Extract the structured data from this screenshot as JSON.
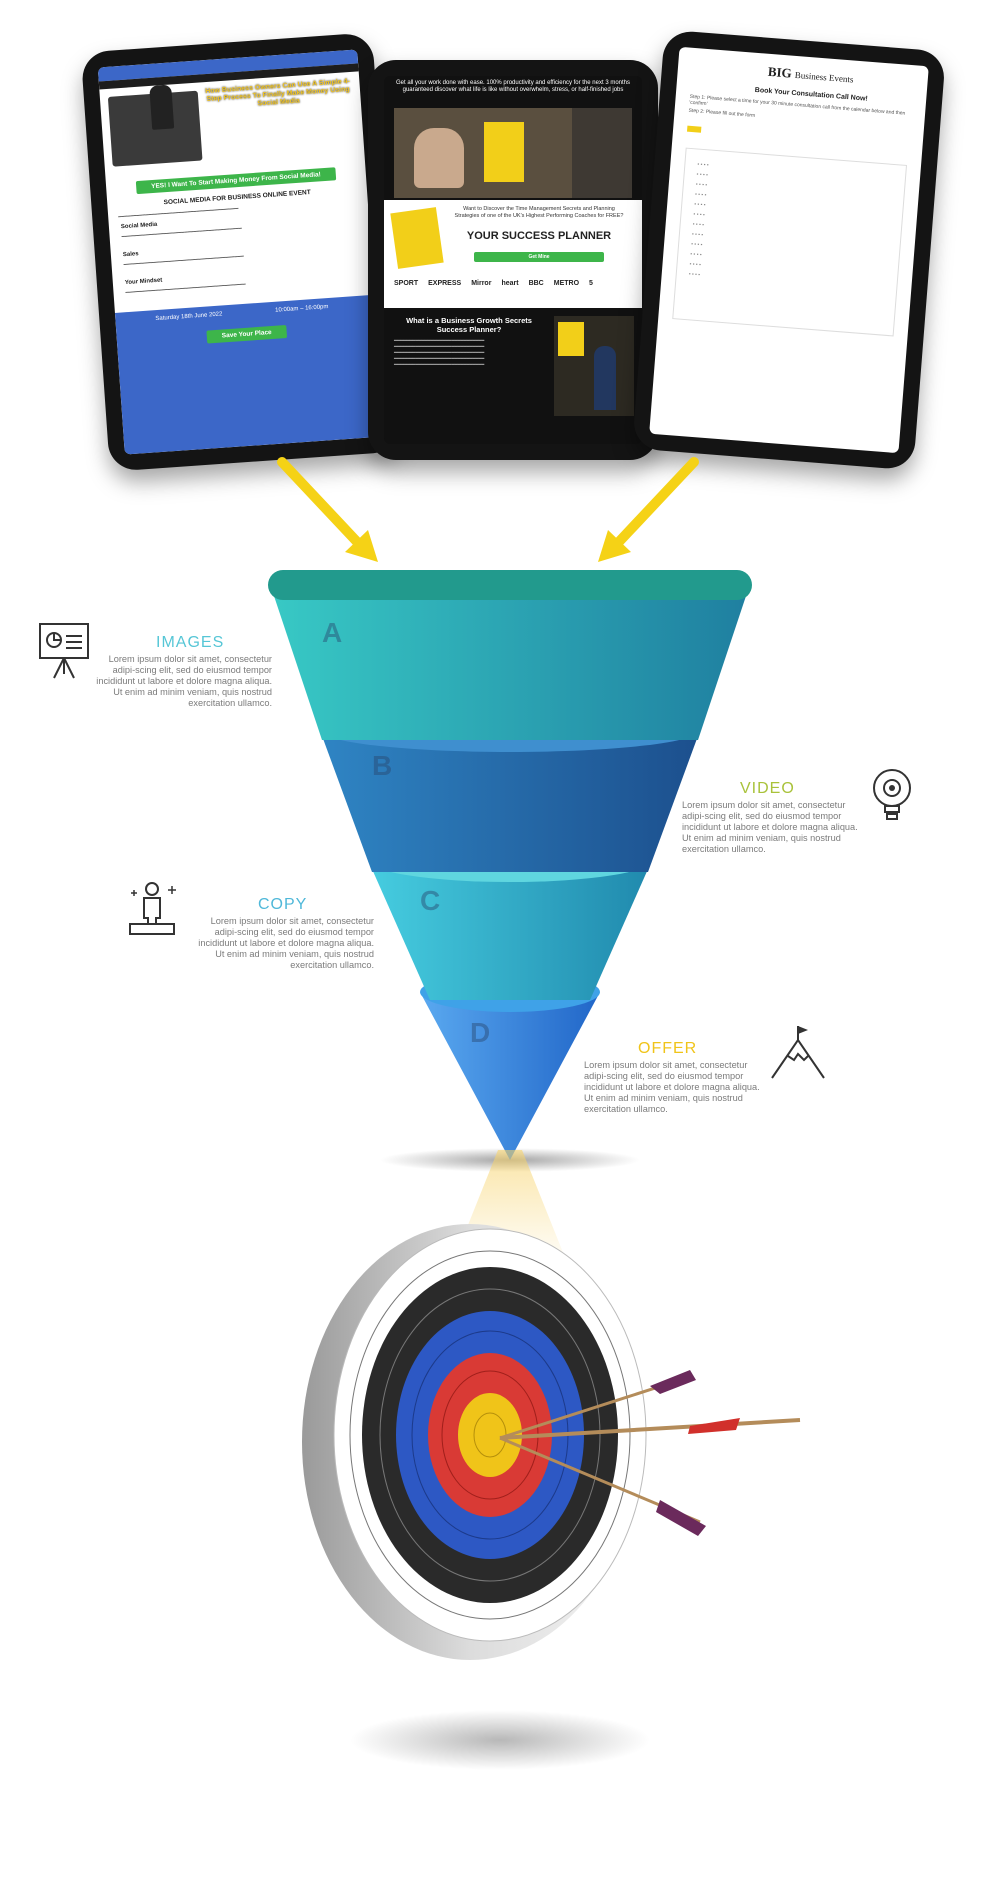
{
  "colors": {
    "arrow": "#f5d216",
    "layer_a": "#2bb5b8",
    "layer_b": "#2c6fb0",
    "layer_c": "#35b8c9",
    "layer_d": "#3a8fe0",
    "images_title": "#56c6d6",
    "video_title": "#a9c23a",
    "copy_title": "#4fb8d9",
    "offer_title": "#f0c419"
  },
  "tablets": {
    "left": {
      "headline": "How Business Owners Can Use A Simple 4-Step Process To Finally Make Money Using Social Media",
      "cta": "YES! I Want To Start Making Money From Social Media!",
      "event_title": "SOCIAL MEDIA FOR BUSINESS ONLINE EVENT",
      "items": [
        "Social Media",
        "Sales",
        "Your Mindset"
      ],
      "date": "Saturday 18th June 2022",
      "time": "10:00am – 16:00pm",
      "save_label": "Save Your Place"
    },
    "middle": {
      "intro": "Get all your work done with ease. 100% productivity and efficiency for the next 3 months guaranteed discover what life is like without overwhelm, stress, or half-finished jobs",
      "book_title": "YOUR SUCCESS PLANNER",
      "book_sub": "Want to Discover the Time Management Secrets and Planning Strategies of one of the UK's Highest Performing Coaches for FREE?",
      "cta": "Get Mine",
      "logos": [
        "SPORT",
        "EXPRESS",
        "Mirror",
        "heart",
        "BBC",
        "METRO",
        "5"
      ],
      "bottom_title": "What is a Business Growth Secrets Success Planner?"
    },
    "right": {
      "brand": "Business Events",
      "brand_mark": "BIG",
      "heading": "Book Your Consultation Call Now!",
      "step1": "Step 1: Please select a time for your 30 minute consultation call from the calendar below and then 'confirm'",
      "step2": "Step 2: Please fill out the form"
    }
  },
  "funnel": {
    "letters": [
      "A",
      "B",
      "C",
      "D"
    ]
  },
  "stages": [
    {
      "id": "images",
      "title": "IMAGES",
      "icon": "presentation-board-icon",
      "desc": "Lorem ipsum dolor sit amet, consectetur adipi-scing elit, sed do eiusmod tempor incididunt ut labore et dolore magna aliqua. Ut enim ad minim veniam, quis nostrud exercitation ullamco."
    },
    {
      "id": "video",
      "title": "VIDEO",
      "icon": "lightbulb-gear-icon",
      "desc": "Lorem ipsum dolor sit amet, consectetur adipi-scing elit, sed do eiusmod tempor incididunt ut labore et dolore magna aliqua. Ut enim ad minim veniam, quis nostrud exercitation ullamco."
    },
    {
      "id": "copy",
      "title": "COPY",
      "icon": "podium-person-icon",
      "desc": "Lorem ipsum dolor sit amet, consectetur adipi-scing elit, sed do eiusmod tempor incididunt ut labore et dolore magna aliqua. Ut enim ad minim veniam, quis nostrud exercitation ullamco."
    },
    {
      "id": "offer",
      "title": "OFFER",
      "icon": "mountain-flag-icon",
      "desc": "Lorem ipsum dolor sit amet, consectetur adipi-scing elit, sed do eiusmod tempor incididunt ut labore et dolore magna aliqua. Ut enim ad minim veniam, quis nostrud exercitation ullamco."
    }
  ],
  "target": {
    "icon": "archery-target-icon",
    "rings": [
      "#ffffff",
      "#2a2a2a",
      "#2d58c4",
      "#d93a35",
      "#f0c419"
    ]
  }
}
